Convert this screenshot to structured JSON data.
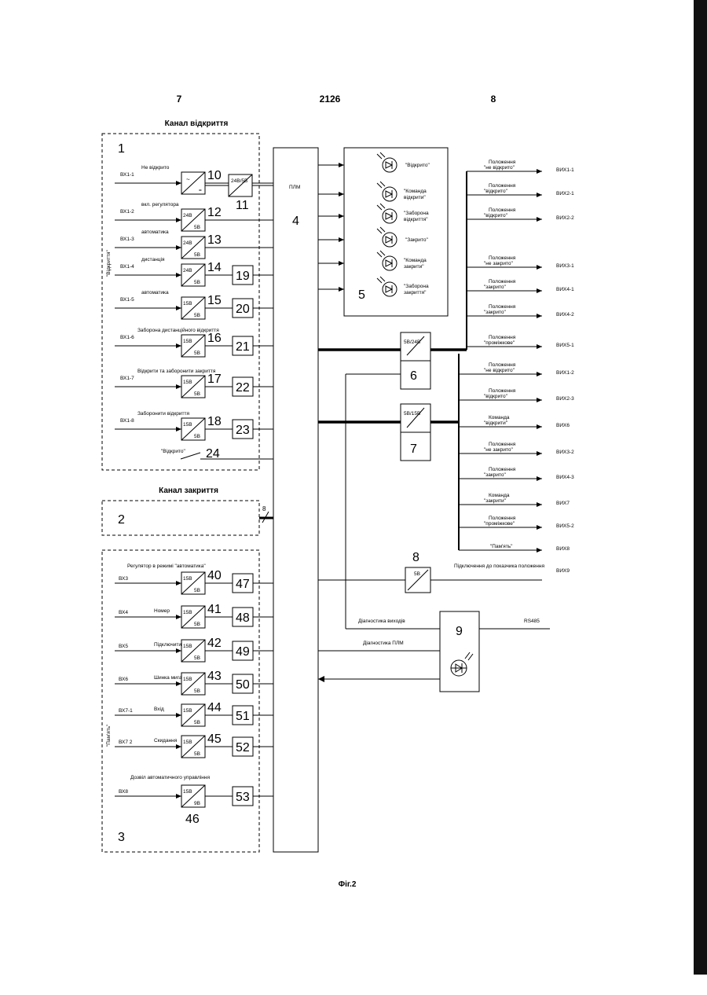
{
  "header": {
    "left": "7",
    "center": "2126",
    "right": "8"
  },
  "caption": "Фіг.2",
  "channel_open": {
    "title": "Канал відкриття",
    "number": "1",
    "side_label": "\"Відкриття\"",
    "rows": [
      {
        "input": "ВХ1-1",
        "label": "Не відкрито",
        "conv": "~",
        "block": "10"
      },
      {
        "input": "ВХ1-2",
        "label": "вкл. регулятора",
        "conv": "24В/5В",
        "block": "12"
      },
      {
        "input": "ВХ1-3",
        "label": "автоматика",
        "conv": "24В/5В",
        "block": "13"
      },
      {
        "input": "ВХ1-4",
        "label": "дистанція",
        "conv": "24В/5В",
        "block": "14",
        "box": "19"
      },
      {
        "input": "ВХ1-5",
        "label": "автоматика",
        "conv": "15В/5В",
        "block": "15",
        "box": "20"
      },
      {
        "input": "ВХ1-6",
        "label": "Заборона дистанційного відкриття",
        "conv": "15В/5В",
        "block": "16",
        "box": "21"
      },
      {
        "input": "ВХ1-7",
        "label": "Відкрити та заборонити закриття",
        "conv": "15В/5В",
        "block": "17",
        "box": "22"
      },
      {
        "input": "ВХ1-8",
        "label": "Заборонити відкриття",
        "conv": "15В/5В",
        "block": "18",
        "box": "23"
      }
    ],
    "extra_block": {
      "conv": "24В/5В",
      "num": "11"
    },
    "switch": {
      "label": "\"Відкрито\"",
      "num": "24"
    }
  },
  "channel_close": {
    "title": "Канал закриття",
    "number": "2",
    "bus": "8"
  },
  "memory": {
    "number": "3",
    "side_label": "\"Пам'ять\"",
    "rows": [
      {
        "input": "ВХ3",
        "label": "Регулятор в режимі \"автоматика\"",
        "block": "40",
        "box": "47"
      },
      {
        "input": "ВХ4",
        "label": "Номер",
        "block": "41",
        "box": "48"
      },
      {
        "input": "ВХ5",
        "label": "Підключити УП",
        "block": "42",
        "box": "49"
      },
      {
        "input": "ВХ6",
        "label": "Шинка мигання",
        "block": "43",
        "box": "50"
      },
      {
        "input": "ВХ7-1",
        "label": "Вхід",
        "block": "44",
        "box": "51"
      },
      {
        "input": "ВХ7 2",
        "label": "Скидання",
        "block": "45",
        "box": "52"
      },
      {
        "input": "ВХ8",
        "label": "Дозвіл автоматичного управління",
        "block": "46",
        "box": "53",
        "conv": "15В/9В"
      }
    ],
    "conv": "15В/5В"
  },
  "plm": {
    "label": "ПЛМ",
    "number": "4"
  },
  "indicators": {
    "number": "5",
    "items": [
      "\"Відкрито\"",
      "\"Команда відкрити\"",
      "\"Заборона відкриття\"",
      "\"Закрито\"",
      "\"Команда закрити\"",
      "\"Заборона закриття\""
    ]
  },
  "driver6": {
    "conv": "5В/24В",
    "number": "6"
  },
  "driver7": {
    "conv": "5В/15В",
    "number": "7"
  },
  "driver8": {
    "conv": "5В",
    "number": "8",
    "out_label": "Підключення до показчика положення",
    "out": "ВИХ9"
  },
  "diag9": {
    "number": "9",
    "out": "RS485",
    "in1": "Діагностика виходів",
    "in2": "Діагностика ПЛМ"
  },
  "outputs_top": [
    {
      "label": "Положення \"не відкрито\"",
      "out": "ВИХ1-1"
    },
    {
      "label": "Положення \"відкрито\"",
      "out": "ВИХ2-1"
    },
    {
      "label": "Положення \"відкрито\"",
      "out": "ВИХ2-2"
    },
    {
      "label": "Положення \"не закрито\"",
      "out": "ВИХ3-1"
    },
    {
      "label": "Положення \"закрито\"",
      "out": "ВИХ4-1"
    },
    {
      "label": "Положення \"закрито\"",
      "out": "ВИХ4-2"
    },
    {
      "label": "Положення \"проміжкове\"",
      "out": "ВИХ5-1"
    }
  ],
  "outputs_bottom": [
    {
      "label": "Положення \"не відкрито\"",
      "out": "ВИХ1-2"
    },
    {
      "label": "Положення \"відкрито\"",
      "out": "ВИХ2-3"
    },
    {
      "label": "Команда \"відкрити\"",
      "out": "ВИХ6"
    },
    {
      "label": "Положення \"не закрито\"",
      "out": "ВИХ3-2"
    },
    {
      "label": "Положення \"закрито\"",
      "out": "ВИХ4-3"
    },
    {
      "label": "Команда \"закрити\"",
      "out": "ВИХ7"
    },
    {
      "label": "Положення \"проміжкове\"",
      "out": "ВИХ5-2"
    },
    {
      "label": "\"Пам'ять\"",
      "out": "ВИХ8"
    }
  ]
}
